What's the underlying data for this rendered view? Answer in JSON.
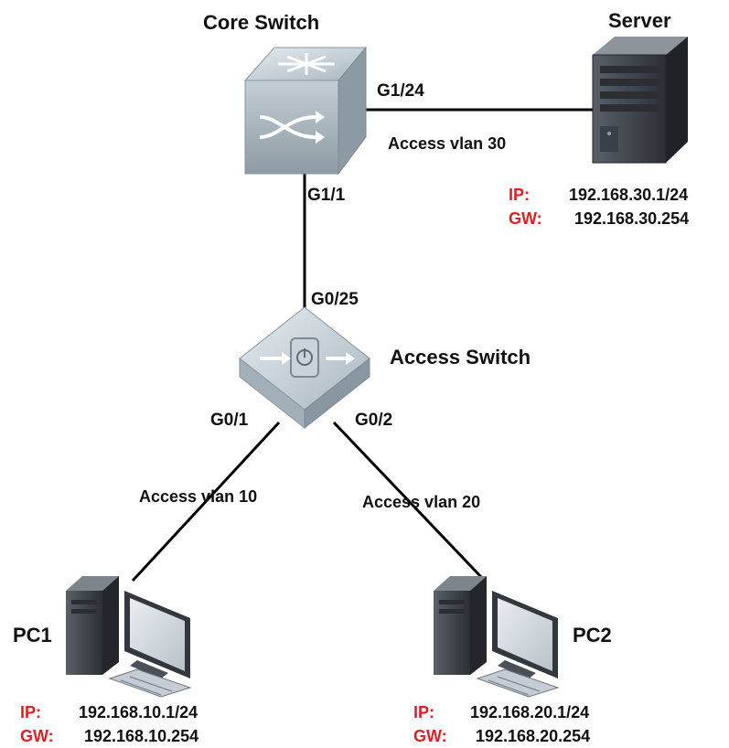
{
  "colors": {
    "key_label": "#e02020",
    "text": "#111111",
    "link": "#000000",
    "device_body": "#b7c3cc",
    "device_dark": "#3a3f46"
  },
  "devices": {
    "core_switch": {
      "title": "Core Switch",
      "icon": "core-switch-icon"
    },
    "server": {
      "title": "Server",
      "icon": "server-icon",
      "ip_key": "IP:",
      "ip": "192.168.30.1/24",
      "gw_key": "GW:",
      "gw": "192.168.30.254"
    },
    "access_switch": {
      "title": "Access Switch",
      "icon": "access-switch-icon"
    },
    "pc1": {
      "title": "PC1",
      "icon": "pc-icon",
      "ip_key": "IP:",
      "ip": "192.168.10.1/24",
      "gw_key": "GW:",
      "gw": "192.168.10.254"
    },
    "pc2": {
      "title": "PC2",
      "icon": "pc-icon",
      "ip_key": "IP:",
      "ip": "192.168.20.1/24",
      "gw_key": "GW:",
      "gw": "192.168.20.254"
    }
  },
  "links": {
    "core_server": {
      "port": "G1/24",
      "vlan": "Access vlan 30"
    },
    "core_access": {
      "core_port": "G1/1",
      "access_port": "G0/25"
    },
    "access_pc1": {
      "port": "G0/1",
      "vlan": "Access vlan 10"
    },
    "access_pc2": {
      "port": "G0/2",
      "vlan": "Access vlan 20"
    }
  }
}
